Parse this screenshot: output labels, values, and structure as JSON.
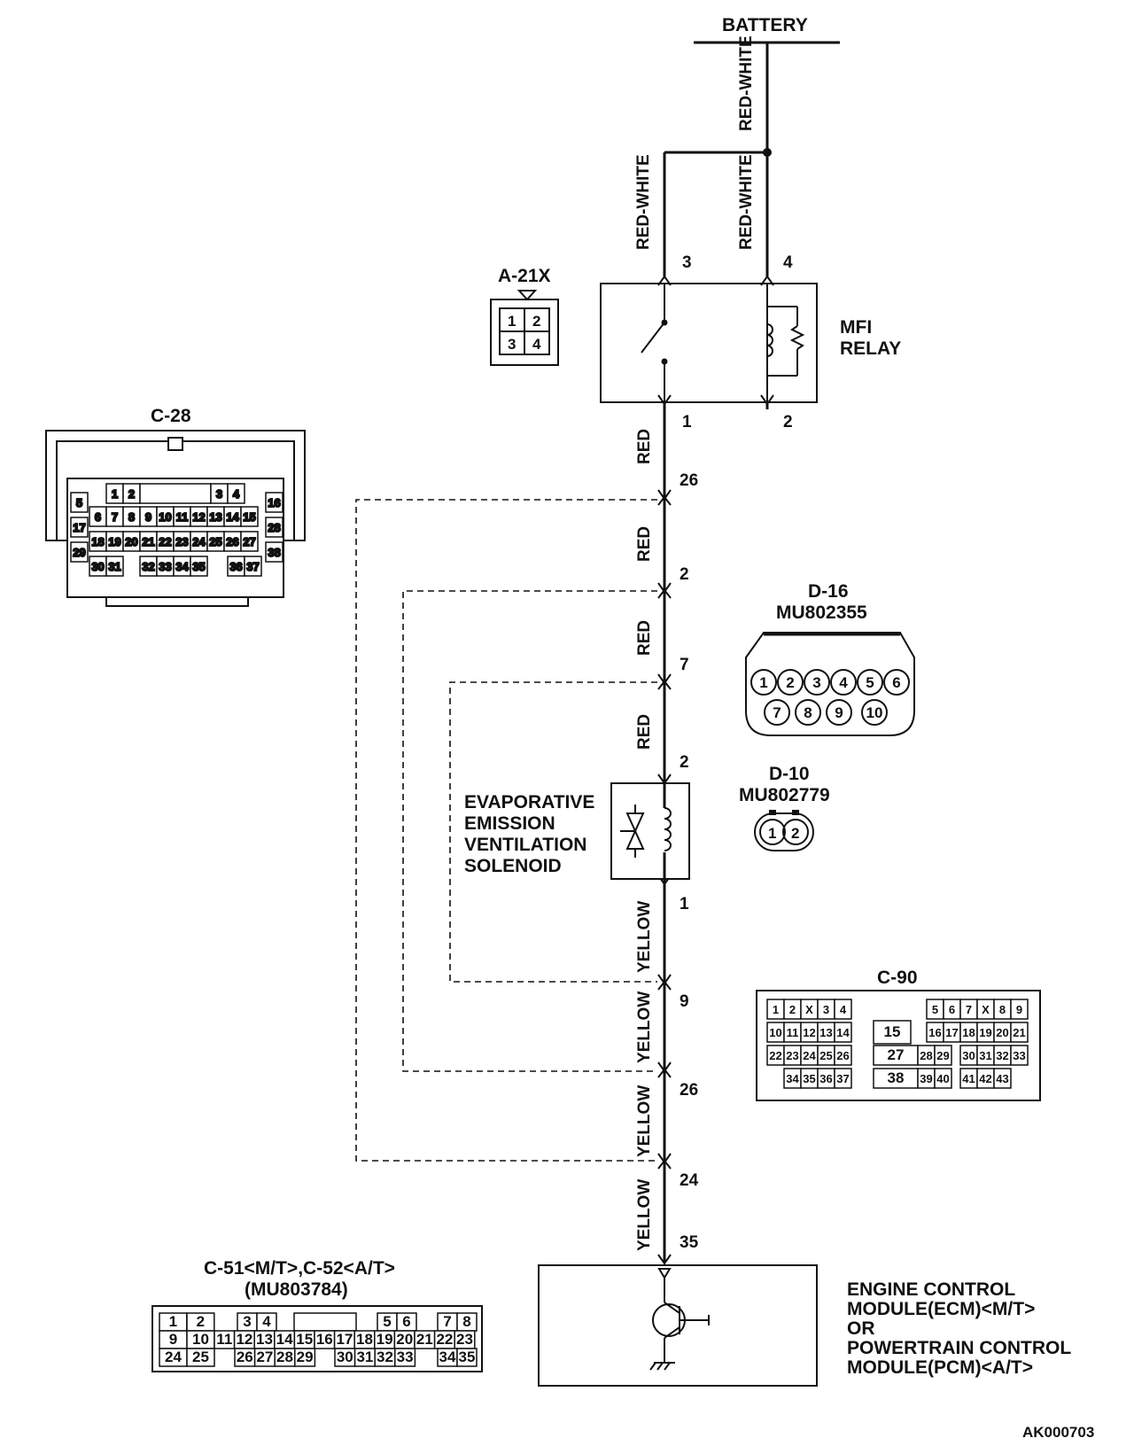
{
  "battery_label": "BATTERY",
  "wires": {
    "red_white": "RED-WHITE",
    "red": "RED",
    "yellow": "YELLOW"
  },
  "pins": {
    "relay_3": "3",
    "relay_4": "4",
    "relay_1": "1",
    "relay_2": "2",
    "jc_26_top": "26",
    "jc_2_top": "2",
    "jc_7": "7",
    "sol_2": "2",
    "sol_1": "1",
    "jc_9": "9",
    "jc_26_bot": "26",
    "jc_24": "24",
    "ecm_35": "35"
  },
  "mfi_relay": {
    "line1": "MFI",
    "line2": "RELAY"
  },
  "solenoid": {
    "line1": "EVAPORATIVE",
    "line2": "EMISSION",
    "line3": "VENTILATION",
    "line4": "SOLENOID"
  },
  "ecm": {
    "line1": "ENGINE CONTROL",
    "line2": "MODULE(ECM)<M/T>",
    "line3": "OR",
    "line4": "POWERTRAIN CONTROL",
    "line5": "MODULE(PCM)<A/T>"
  },
  "connectors": {
    "a21x": {
      "title": "A-21X",
      "pins": [
        "1",
        "2",
        "3",
        "4"
      ]
    },
    "c28": {
      "title": "C-28"
    },
    "d16": {
      "title": "D-16",
      "part": "MU802355",
      "pins": [
        "1",
        "2",
        "3",
        "4",
        "5",
        "6",
        "7",
        "8",
        "9",
        "10"
      ]
    },
    "d10": {
      "title": "D-10",
      "part": "MU802779",
      "pins": [
        "1",
        "2"
      ]
    },
    "c90": {
      "title": "C-90"
    },
    "c51": {
      "title": "C-51<M/T>,C-52<A/T>",
      "part": "(MU803784)"
    }
  },
  "ref_code": "AK000703"
}
